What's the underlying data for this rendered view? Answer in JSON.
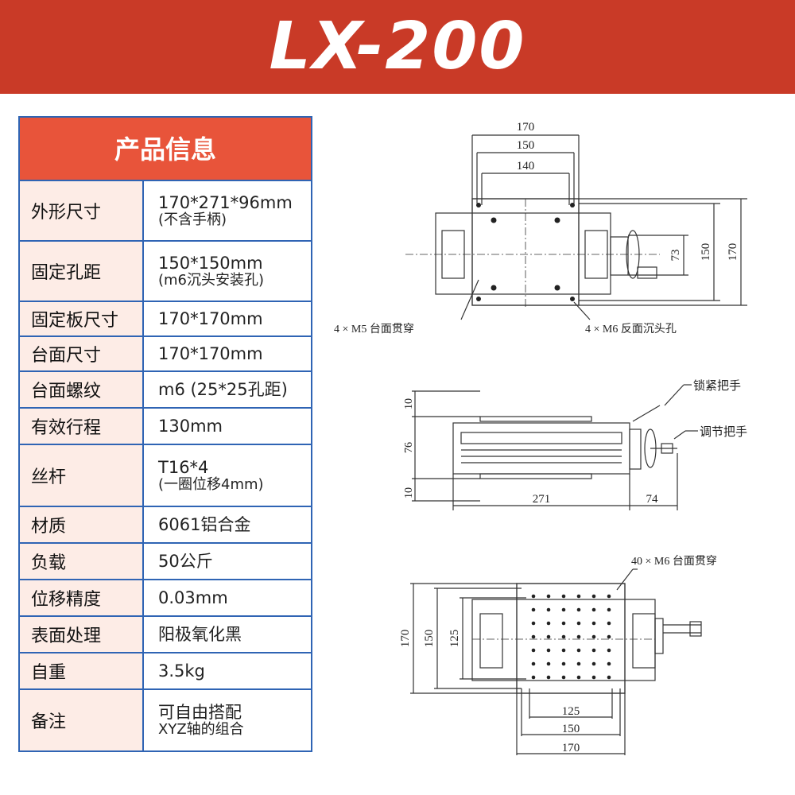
{
  "title": "LX-200",
  "table": {
    "header": "产品信息",
    "rows": [
      {
        "key": "外形尺寸",
        "value": "170*271*96mm",
        "note": "(不含手柄)"
      },
      {
        "key": "固定孔距",
        "value": "150*150mm",
        "note": "(m6沉头安装孔)"
      },
      {
        "key": "固定板尺寸",
        "value": "170*170mm",
        "note": ""
      },
      {
        "key": "台面尺寸",
        "value": "170*170mm",
        "note": ""
      },
      {
        "key": "台面螺纹",
        "value": "m6 (25*25孔距)",
        "note": ""
      },
      {
        "key": "有效行程",
        "value": "130mm",
        "note": ""
      },
      {
        "key": "丝杆",
        "value": "T16*4",
        "note": "(一圈位移4mm)"
      },
      {
        "key": "材质",
        "value": "6061铝合金",
        "note": ""
      },
      {
        "key": "负载",
        "value": "50公斤",
        "note": ""
      },
      {
        "key": "位移精度",
        "value": "0.03mm",
        "note": ""
      },
      {
        "key": "表面处理",
        "value": "阳极氧化黑",
        "note": ""
      },
      {
        "key": "自重",
        "value": "3.5kg",
        "note": ""
      },
      {
        "key": "备注",
        "value": "可自由搭配",
        "note": "XYZ轴的组合"
      }
    ]
  },
  "drawing_top": {
    "dim_170": "170",
    "dim_150": "150",
    "dim_140": "140",
    "dim_73": "73",
    "dim_150_v": "150",
    "dim_170_v": "170",
    "note_left": "4 × M5 台面贯穿",
    "note_right": "4 × M6 反面沉头孔"
  },
  "drawing_side": {
    "dim_10_top": "10",
    "dim_76": "76",
    "dim_10_bot": "10",
    "dim_271": "271",
    "dim_74": "74",
    "label_lock": "锁紧把手",
    "label_adjust": "调节把手"
  },
  "drawing_table": {
    "note": "40 × M6 台面贯穿",
    "dim_170_v": "170",
    "dim_150_v": "150",
    "dim_125_v": "125",
    "dim_125_h": "125",
    "dim_150_h": "150",
    "dim_170_h": "170"
  }
}
